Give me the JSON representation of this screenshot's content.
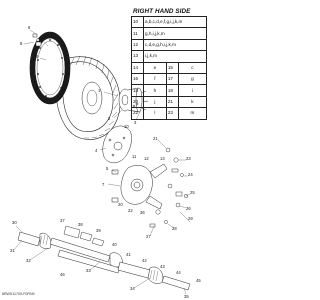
{
  "table": {
    "title": "RIGHT HAND SIDE",
    "rows": [
      {
        "num": "10",
        "code": "a,b,c,d,e,f,g,i,j,k,m"
      },
      {
        "num": "11",
        "code": "g,h,i,j,k,m"
      },
      {
        "num": "12",
        "code": "c,d,e,g,h,i,j,k,m"
      },
      {
        "num": "13",
        "code": "i,j,k,m"
      },
      {
        "num": "14",
        "code": "e",
        "num2": "15",
        "code2": "c"
      },
      {
        "num": "16",
        "code": "f",
        "num2": "17",
        "code2": "g"
      },
      {
        "num": "18",
        "code": "h",
        "num2": "19",
        "code2": "i"
      },
      {
        "num": "20",
        "code": "j",
        "num2": "21",
        "code2": "k"
      },
      {
        "num": "22",
        "code": "l",
        "num2": "23",
        "code2": "m"
      }
    ]
  },
  "callouts": [
    "6",
    "8",
    "9",
    "1",
    "2",
    "3",
    "4",
    "5",
    "7",
    "21",
    "23",
    "24",
    "25",
    "26",
    "27",
    "28",
    "29",
    "30",
    "31",
    "32",
    "33",
    "34",
    "35",
    "10",
    "11",
    "12",
    "13",
    "20",
    "22",
    "36",
    "37",
    "38",
    "39",
    "40",
    "41",
    "42",
    "43",
    "44",
    "45",
    "46"
  ],
  "footer": "8RWS11700-F0RN0"
}
